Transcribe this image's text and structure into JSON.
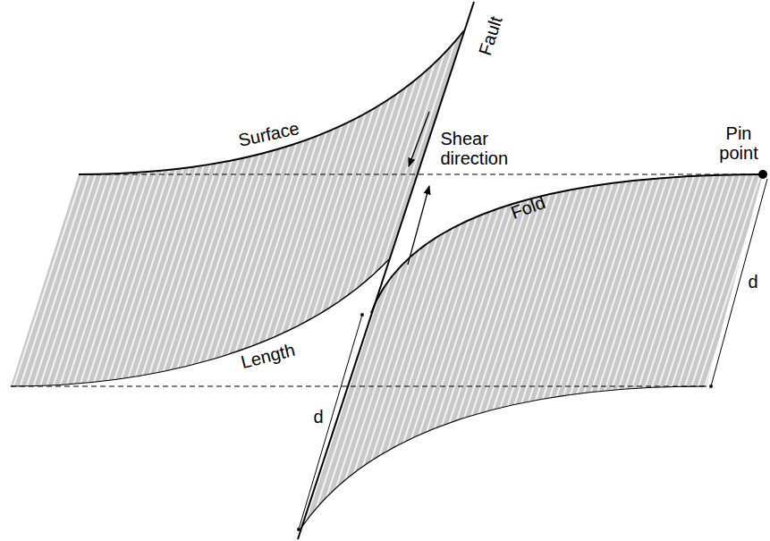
{
  "diagram": {
    "labels": [
      "Surface",
      "Fault",
      "Shear direction",
      "Fold",
      "Pin point",
      "Length",
      "d",
      "d"
    ]
  }
}
